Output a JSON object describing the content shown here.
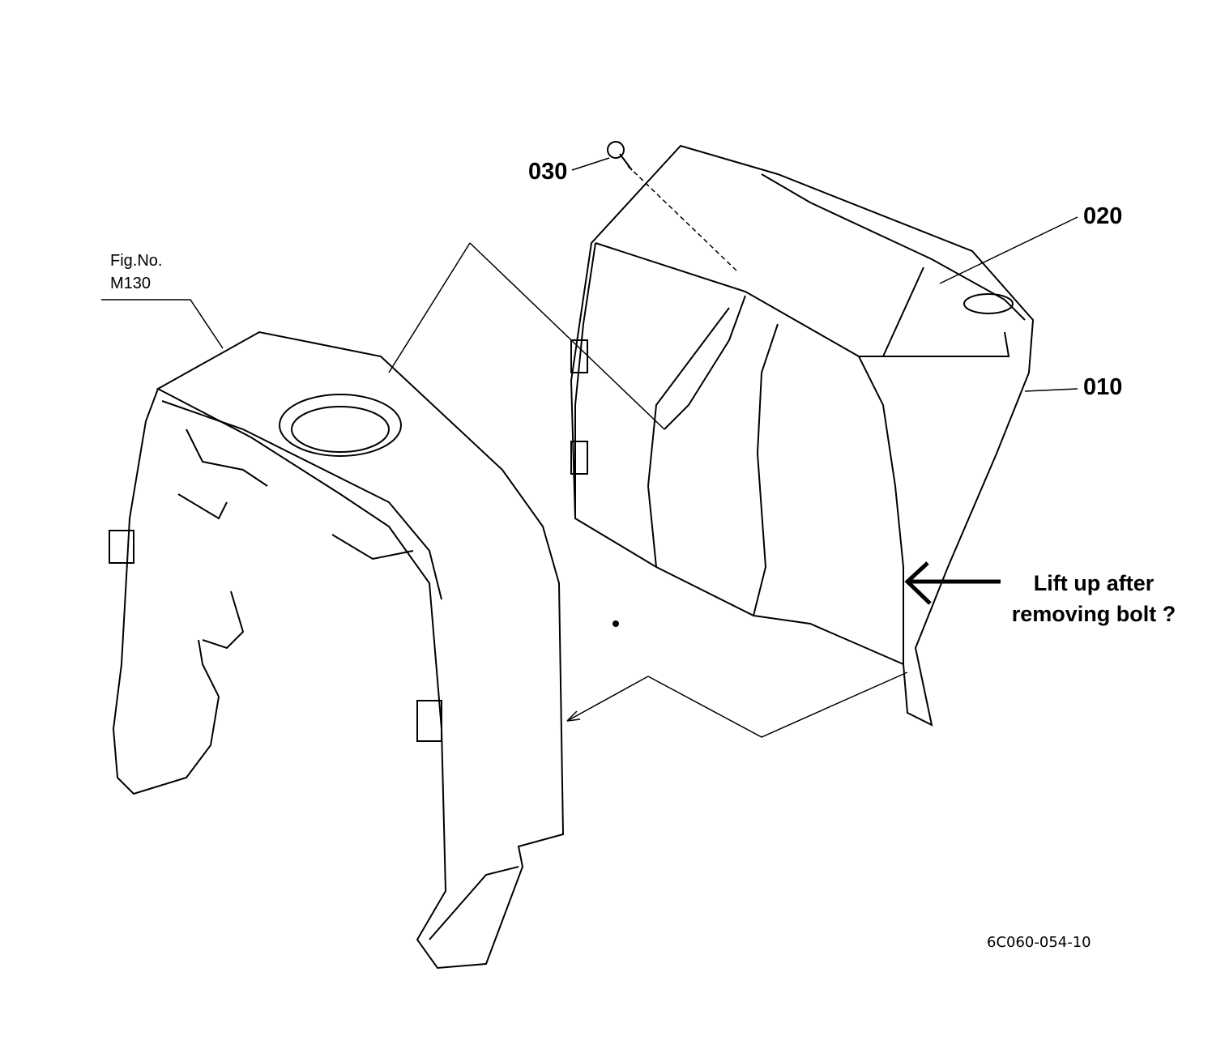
{
  "figure": {
    "fig_label": "Fig.No.",
    "fig_number": "M130",
    "drawing_code": "6C060-054-10"
  },
  "callouts": [
    {
      "part": "030"
    },
    {
      "part": "020"
    },
    {
      "part": "010"
    }
  ],
  "annotation": {
    "line1": "Lift up after",
    "line2": "removing bolt ?"
  }
}
